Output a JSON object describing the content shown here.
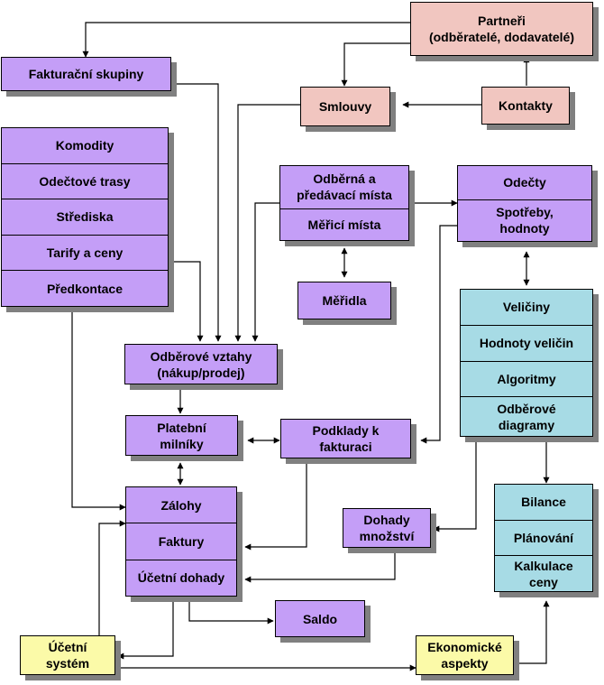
{
  "nodes": {
    "partneri": [
      "Partneři",
      "(odběratelé, dodavatelé)"
    ],
    "fakturacni_skupiny": [
      "Fakturační skupiny"
    ],
    "smlouvy": [
      "Smlouvy"
    ],
    "kontakty": [
      "Kontakty"
    ],
    "ciselniky": [
      "Komodity",
      "Odečtové trasy",
      "Střediska",
      "Tarify a ceny",
      "Předkontace"
    ],
    "mista": [
      "Odběrná a předávací místa",
      "Měřicí místa"
    ],
    "odecty": [
      "Odečty",
      "Spotřeby, hodnoty"
    ],
    "meridla": [
      "Měřidla"
    ],
    "veliciny": [
      "Veličiny",
      "Hodnoty veličin",
      "Algoritmy",
      "Odběrové diagramy"
    ],
    "odberove_vztahy": [
      "Odběrové vztahy (nákup/prodej)"
    ],
    "platebni_milniky": [
      "Platební milníky"
    ],
    "podklady": [
      "Podklady k fakturaci"
    ],
    "doklady": [
      "Zálohy",
      "Faktury",
      "Účetní dohady"
    ],
    "dohady_mnozstvi": [
      "Dohady množství"
    ],
    "bilance": [
      "Bilance",
      "Plánování",
      "Kalkulace ceny"
    ],
    "saldo": [
      "Saldo"
    ],
    "ucetni_system": [
      "Účetní systém"
    ],
    "ekonomicke_aspekty": [
      "Ekonomické aspekty"
    ]
  },
  "colors": {
    "purple": "#c49ef7",
    "pink": "#f1c6c0",
    "cyan": "#a7dbe5",
    "yellow": "#fbfaa8",
    "shadow": "#808080",
    "line": "#000000"
  }
}
